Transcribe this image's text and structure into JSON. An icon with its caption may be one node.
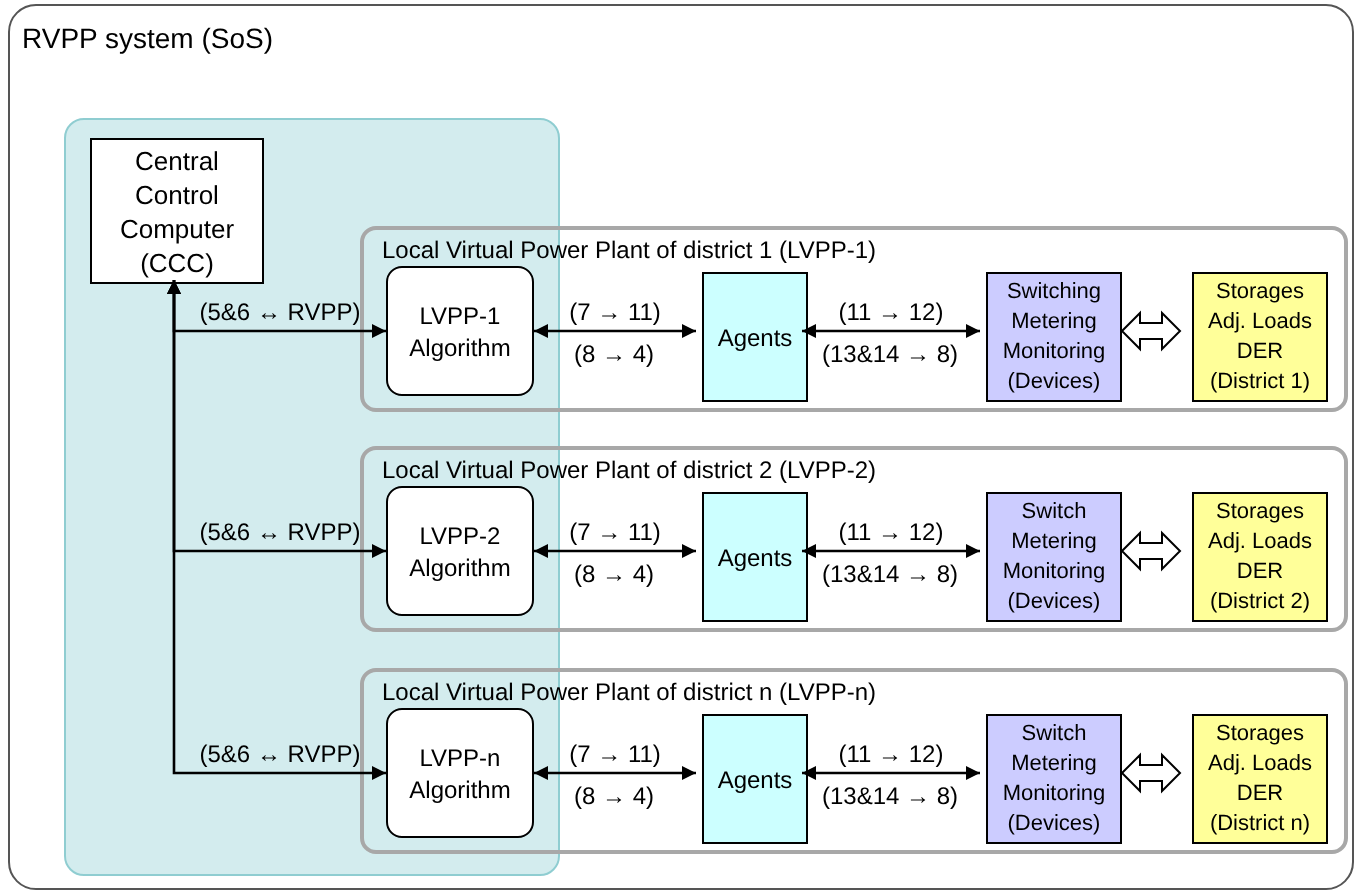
{
  "diagram": {
    "nodes": [
      {
        "text": [
          "RVPP system (SoS)"
        ]
      },
      {
        "text": [],
        "shape": "box",
        "in": 0
      },
      {
        "text": [
          "Central Control Computer (CCC)"
        ],
        "in": 1
      },
      {
        "text": [
          "Local Virtual Power Plant of district 1 (LVPP-1)"
        ],
        "in": 0
      },
      {
        "text": [
          "LVPP-1 Algorithm"
        ]
      },
      {
        "text": [
          "Agents"
        ],
        "in": 3
      },
      {
        "text": [
          "Switching Metering Monitoring (Devices)"
        ],
        "in": 3
      },
      {
        "text": [
          "Storages Adj. Loads DER (District 1)"
        ],
        "in": 3
      },
      {
        "text": [
          "Local Virtual Power Plant of district 2 (LVPP-2)"
        ],
        "in": 0
      },
      {
        "text": [
          "LVPP-2 Algorithm"
        ]
      },
      {
        "text": [
          "Agents"
        ],
        "in": 8
      },
      {
        "text": [
          "Switch Metering Monitoring (Devices)"
        ],
        "in": 8
      },
      {
        "text": [
          "Storages Adj. Loads DER (District 2)"
        ],
        "in": 8
      },
      {
        "text": [
          "Local Virtual Power Plant of district n (LVPP-n)"
        ],
        "in": 0
      },
      {
        "text": [
          "LVPP-n Algorithm"
        ]
      },
      {
        "text": [
          "Agents"
        ],
        "in": 13
      },
      {
        "text": [
          "Switch Metering Monitoring (Devices)"
        ],
        "in": 13
      },
      {
        "text": [
          "Storages Adj. Loads DER (District n)"
        ],
        "in": 13
      }
    ],
    "edges": [
      {
        "from": 2,
        "to": 4,
        "arrow": "both",
        "label": "(5&6 ↔ RVPP)"
      },
      {
        "from": 4,
        "to": 5,
        "arrow": "both",
        "label": "(7 → 11)"
      },
      {
        "from": 5,
        "to": 6,
        "arrow": "both",
        "label": "(11 → 12)"
      },
      {
        "from": 6,
        "to": 7,
        "arrow": "both",
        "style": "thick"
      },
      {
        "from": 2,
        "to": 9,
        "arrow": "both",
        "label": "(5&6 ↔ RVPP)"
      },
      {
        "from": 9,
        "to": 10,
        "arrow": "both",
        "label": "(7 → 11)"
      },
      {
        "from": 10,
        "to": 11,
        "arrow": "both",
        "label": "(11 → 12)"
      },
      {
        "from": 11,
        "to": 12,
        "arrow": "both",
        "style": "thick"
      },
      {
        "from": 2,
        "to": 14,
        "arrow": "both",
        "label": "(5&6 ↔ RVPP)"
      },
      {
        "from": 14,
        "to": 15,
        "arrow": "both",
        "label": "(7 → 11)"
      },
      {
        "from": 15,
        "to": 16,
        "arrow": "both",
        "label": "(11 → 12)"
      },
      {
        "from": 16,
        "to": 17,
        "arrow": "both",
        "style": "thick"
      }
    ],
    "labels": [
      "(8 → 4)",
      "(13&14 → 8)",
      "(8 → 4)",
      "(13&14 → 8)",
      "(8 → 4)",
      "(13&14 → 8)"
    ]
  }
}
